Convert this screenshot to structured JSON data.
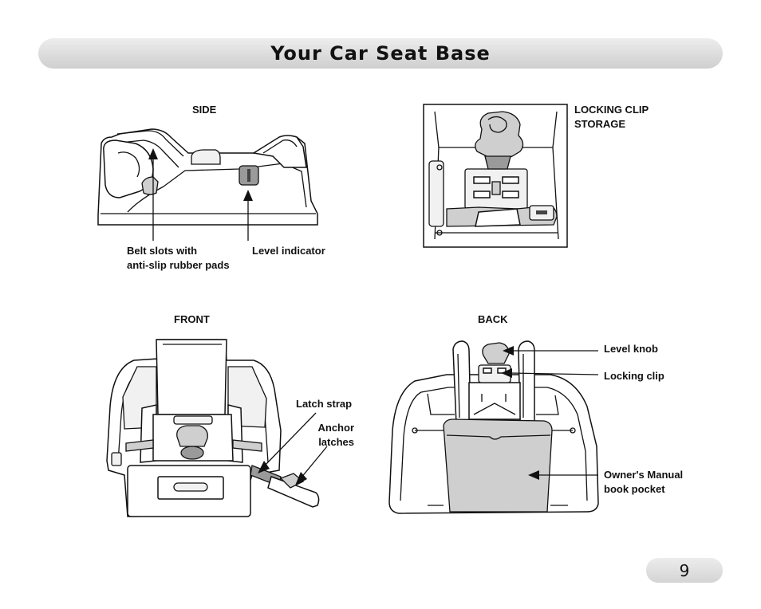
{
  "header": {
    "title": "Your Car Seat Base"
  },
  "views": {
    "side": {
      "heading": "SIDE",
      "callouts": {
        "belt_slots_line1": "Belt slots with",
        "belt_slots_line2": "anti-slip rubber pads",
        "level_indicator": "Level indicator"
      }
    },
    "storage": {
      "heading_line1": "LOCKING CLIP",
      "heading_line2": "STORAGE"
    },
    "front": {
      "heading": "FRONT",
      "callouts": {
        "latch_strap": "Latch strap",
        "anchor_line1": "Anchor",
        "anchor_line2": "latches"
      }
    },
    "back": {
      "heading": "BACK",
      "callouts": {
        "level_knob": "Level knob",
        "locking_clip": "Locking clip",
        "manual_line1": "Owner's Manual",
        "manual_line2": "book pocket"
      }
    }
  },
  "footer": {
    "page_number": "9"
  }
}
